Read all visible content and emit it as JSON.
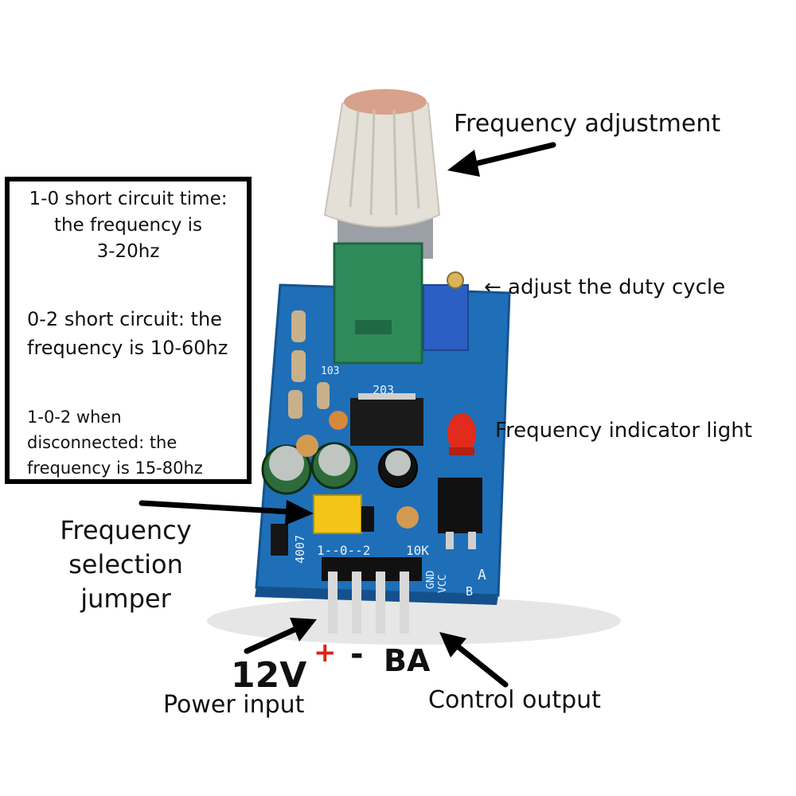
{
  "annotations": {
    "frequency_adjustment": "Frequency adjustment",
    "duty_cycle": "← adjust the duty cycle",
    "indicator_light": "Frequency indicator light",
    "jumper_line1": "Frequency",
    "jumper_line2": "selection",
    "jumper_line3": "jumper",
    "power_input": "Power input",
    "control_output": "Control output",
    "voltage": "12V",
    "plus": "+",
    "minus": "-",
    "ba": "BA"
  },
  "info_box": {
    "p1_line1": "1-0 short circuit time:",
    "p1_line2": "the frequency is",
    "p1_line3": "3-20hz",
    "p2_line1": "0-2 short circuit: the",
    "p2_line2": "frequency is 10-60hz",
    "p3_line1": "1-0-2 when",
    "p3_line2": "disconnected: the",
    "p3_line3": "frequency is 15-80hz"
  },
  "board_silkscreen": {
    "pin_header": "1--0--2",
    "resistor_10k": "10K",
    "diode": "4007",
    "chip": "203",
    "cap_103": "103",
    "gnd": "GND",
    "vcc": "VCC",
    "a": "A",
    "b": "B"
  },
  "colors": {
    "pcb": "#1e6fb8",
    "knob": "#e4e0d8",
    "pot": "#2f8a5a",
    "trimmer": "#2b5fc4",
    "jumper": "#f2c516",
    "led": "#e02b1d"
  }
}
